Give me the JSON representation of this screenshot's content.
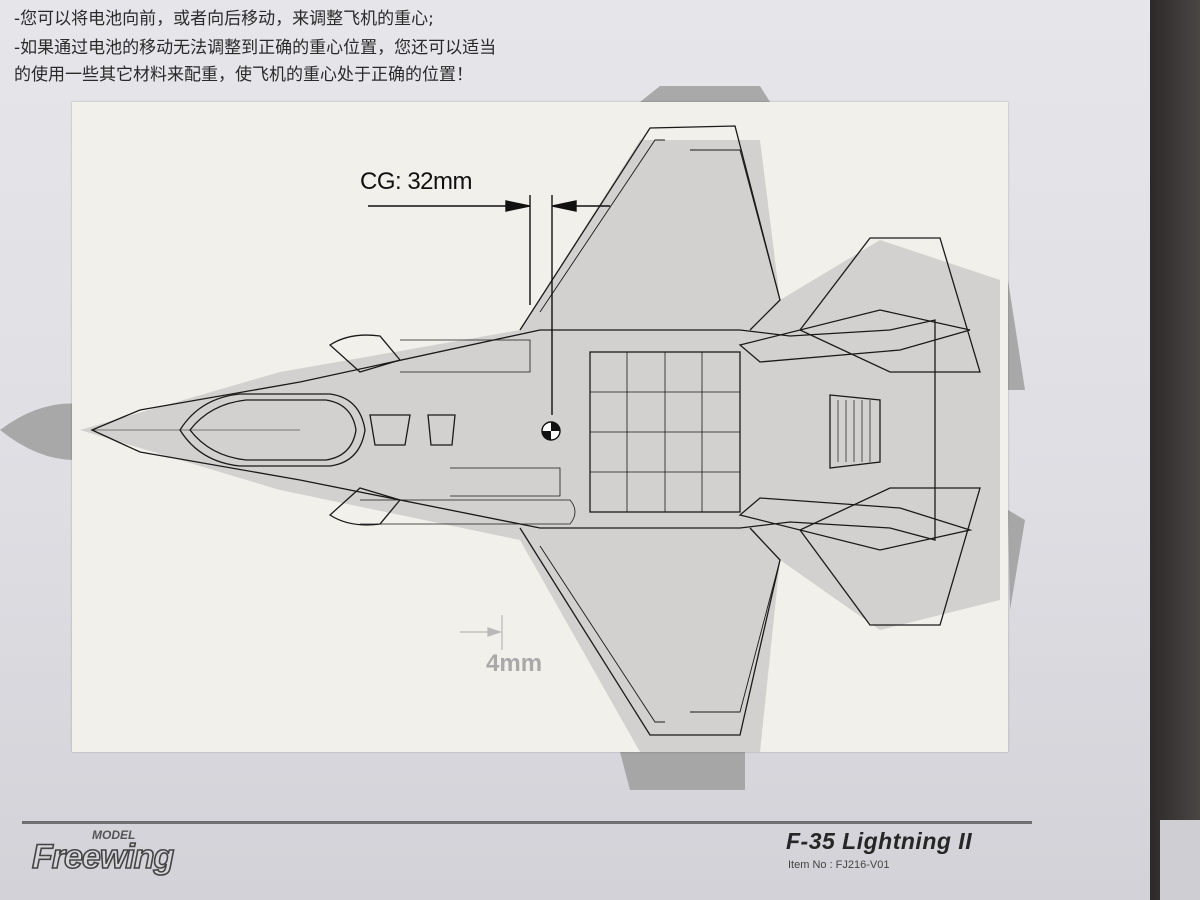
{
  "instructions": {
    "line1": "-您可以将电池向前，或者向后移动，来调整飞机的重心;",
    "line2": "-如果通过电池的移动无法调整到正确的重心位置，您还可以适当",
    "line3": " 的使用一些其它材料来配重，使飞机的重心处于正确的位置！"
  },
  "diagram": {
    "cg_label": "CG: 32mm",
    "secondary_label": "4mm"
  },
  "footer": {
    "brand_model": "MODEL",
    "brand": "Freewing",
    "product": "F-35 Lightning II",
    "item_no": "Item No : FJ216-V01"
  }
}
